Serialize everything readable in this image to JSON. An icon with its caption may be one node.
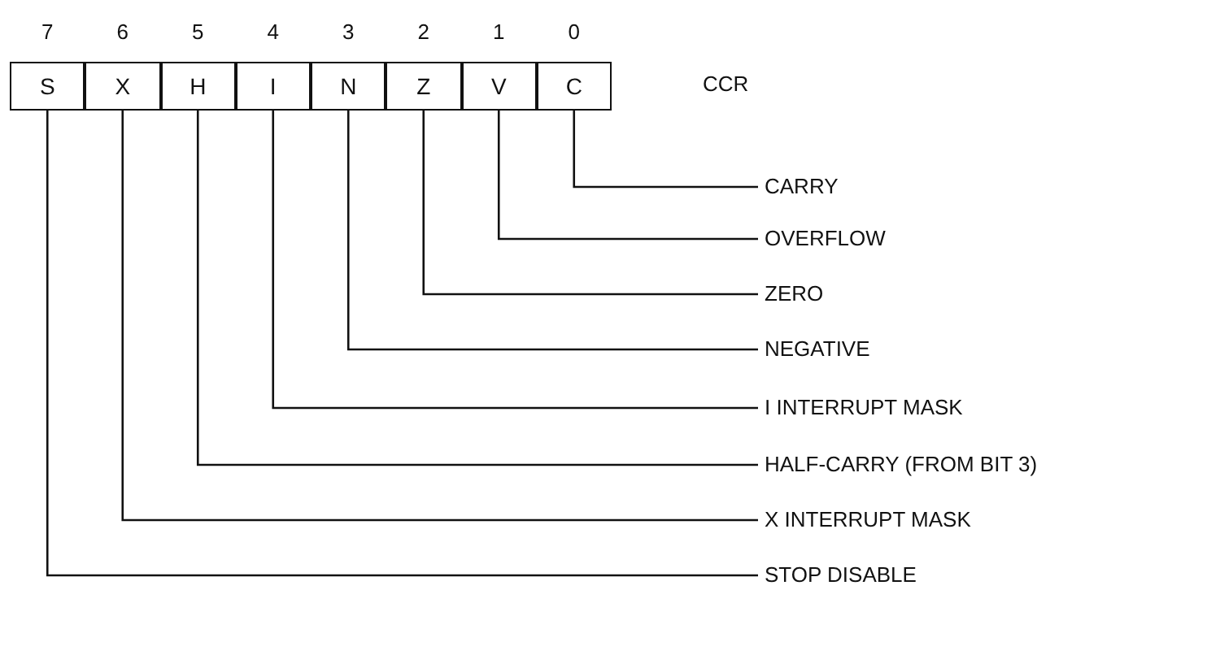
{
  "diagram": {
    "nodes": [
      {
        "text": [
          "S"
        ],
        "beside": [
          "7"
        ]
      },
      {
        "text": [
          "X"
        ],
        "beside": [
          "6"
        ]
      },
      {
        "text": [
          "H"
        ],
        "beside": [
          "5"
        ]
      },
      {
        "text": [
          "I"
        ],
        "beside": [
          "4"
        ]
      },
      {
        "text": [
          "N"
        ],
        "beside": [
          "3"
        ]
      },
      {
        "text": [
          "Z"
        ],
        "beside": [
          "2"
        ]
      },
      {
        "text": [
          "V"
        ],
        "beside": [
          "1"
        ]
      },
      {
        "text": [
          "C"
        ],
        "beside": [
          "0"
        ]
      },
      {
        "text": [
          "CARRY"
        ]
      },
      {
        "text": [
          "OVERFLOW"
        ]
      },
      {
        "text": [
          "ZERO"
        ]
      },
      {
        "text": [
          "NEGATIVE"
        ]
      },
      {
        "text": [
          "I INTERRUPT MASK"
        ]
      },
      {
        "text": [
          "HALF-CARRY (FROM BIT 3)"
        ]
      },
      {
        "text": [
          "X INTERRUPT MASK"
        ]
      },
      {
        "text": [
          "STOP DISABLE"
        ]
      }
    ],
    "edges": [
      {
        "from": 8,
        "to": 7,
        "arrow": "none"
      },
      {
        "from": 9,
        "to": 6,
        "arrow": "none"
      },
      {
        "from": 10,
        "to": 5,
        "arrow": "none"
      },
      {
        "from": 11,
        "to": 4,
        "arrow": "none"
      },
      {
        "from": 12,
        "to": 3,
        "arrow": "none"
      },
      {
        "from": 13,
        "to": 2,
        "arrow": "none"
      },
      {
        "from": 14,
        "to": 1,
        "arrow": "none"
      },
      {
        "from": 15,
        "to": 0,
        "arrow": "none"
      }
    ],
    "labels": [
      "CCR"
    ]
  }
}
